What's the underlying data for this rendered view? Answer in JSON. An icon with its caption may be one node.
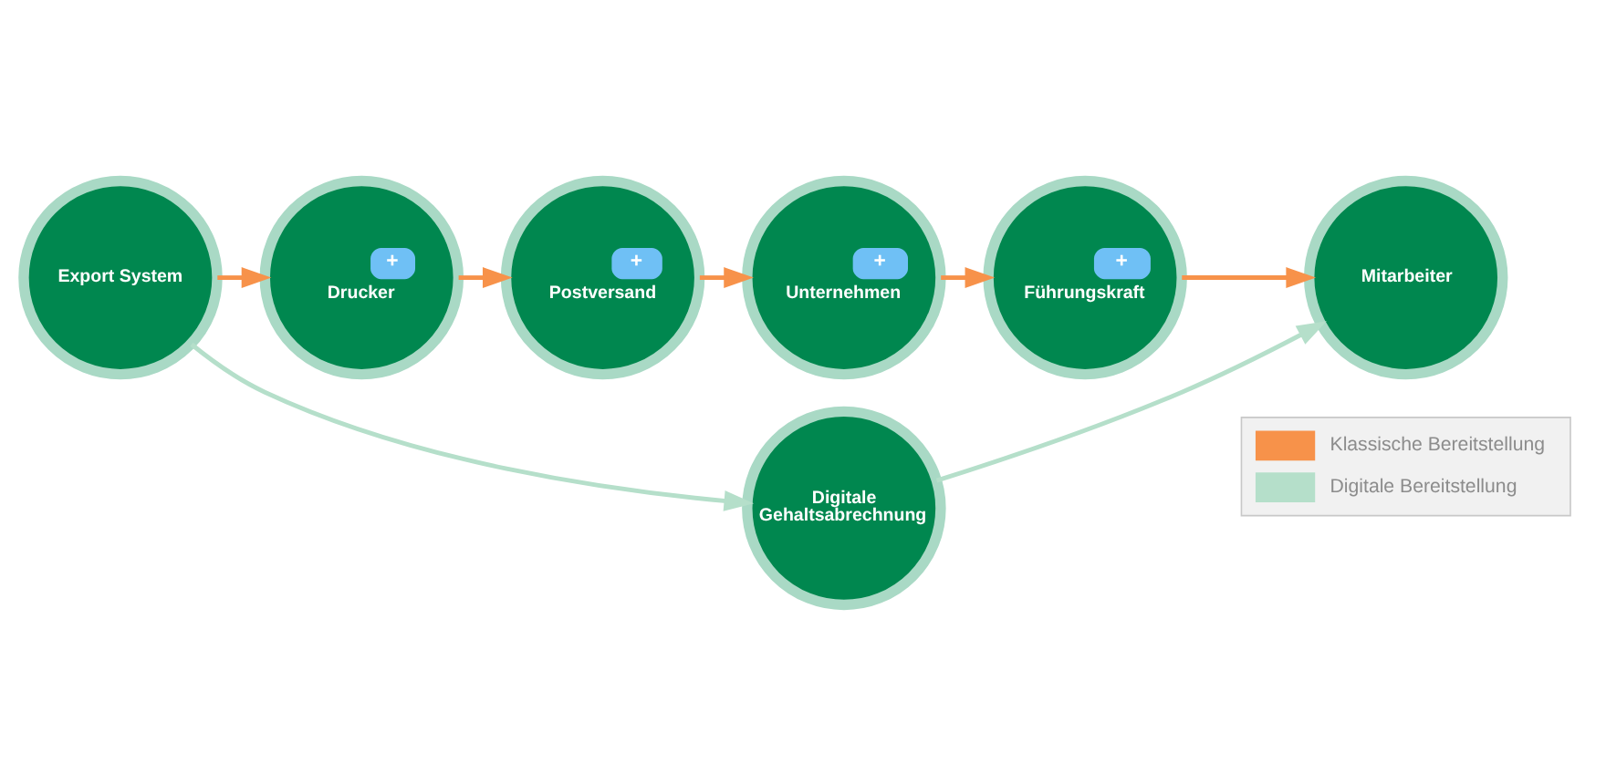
{
  "diagram": {
    "nodes": [
      {
        "text": [
          "Export System"
        ]
      },
      {
        "text": [
          "+",
          "Drucker"
        ]
      },
      {
        "text": [
          "+",
          "Postversand"
        ]
      },
      {
        "text": [
          "+",
          "Unternehmen"
        ]
      },
      {
        "text": [
          "+",
          "Führungskraft"
        ]
      },
      {
        "text": [
          "Mitarbeiter"
        ]
      },
      {
        "text": [
          "Digitale Gehaltsabrechnung"
        ]
      }
    ],
    "edges": [
      {
        "from": 0,
        "to": 1,
        "arrow": "to"
      },
      {
        "from": 1,
        "to": 2,
        "arrow": "to"
      },
      {
        "from": 2,
        "to": 3,
        "arrow": "to"
      },
      {
        "from": 3,
        "to": 4,
        "arrow": "to"
      },
      {
        "from": 4,
        "to": 5,
        "arrow": "to"
      },
      {
        "from": 0,
        "to": 6,
        "arrow": "to",
        "color": "#b5dfca"
      },
      {
        "from": 6,
        "to": 5,
        "arrow": "to",
        "color": "#b5dfca"
      }
    ],
    "legend": [
      {
        "text": "Klassische Bereitstellung",
        "color": "#f7924a"
      },
      {
        "text": "Digitale Bereitstellung",
        "color": "#b5dfca"
      }
    ]
  }
}
